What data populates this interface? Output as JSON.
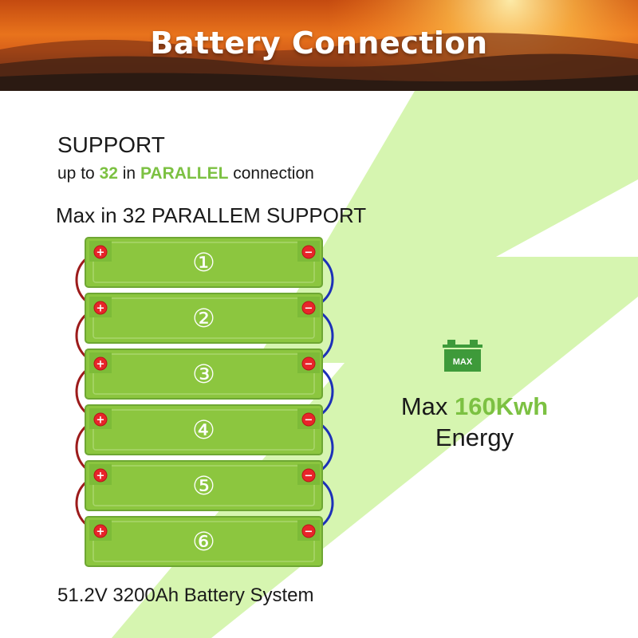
{
  "header": {
    "title": "Battery Connection"
  },
  "support": {
    "heading": "SUPPORT",
    "prefix": "up to",
    "count": "32",
    "mid": "in",
    "mode": "PARALLEL",
    "suffix": "connection"
  },
  "max_parallel": "Max in 32 PARALLEM SUPPORT",
  "batteries": [
    {
      "label": "①"
    },
    {
      "label": "②"
    },
    {
      "label": "③"
    },
    {
      "label": "④"
    },
    {
      "label": "⑤"
    },
    {
      "label": "⑥"
    }
  ],
  "system_label": "51.2V 3200Ah Battery System",
  "energy": {
    "prefix": "Max",
    "value": "160Kwh",
    "suffix": "Energy"
  },
  "max_badge": "MAX",
  "colors": {
    "accent_green": "#7cc142",
    "battery_fill": "#8cc63f",
    "battery_border": "#6ea733",
    "bolt": "#d6f5b0",
    "positive_wire": "#9c1b1b",
    "negative_wire": "#1d31b8",
    "terminal": "#e8242a"
  }
}
